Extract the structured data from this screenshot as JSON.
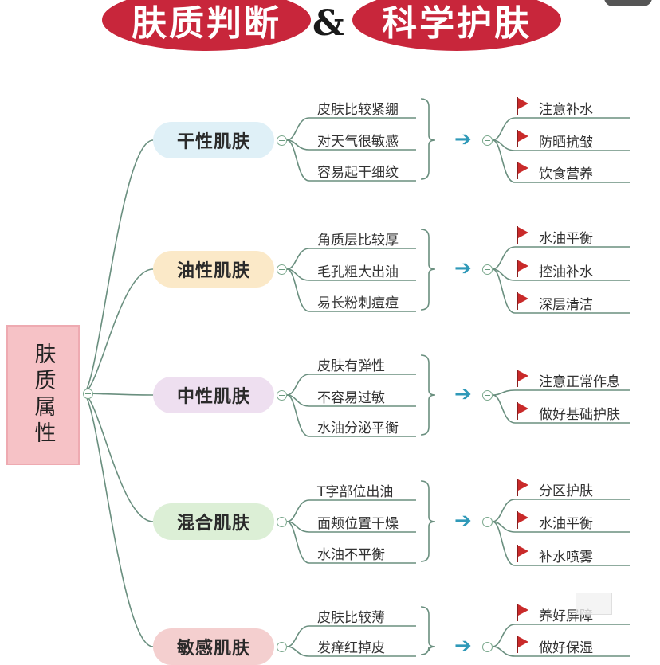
{
  "header": {
    "title_left": "肤质判断",
    "ampersand": "&",
    "title_right": "科学护肤"
  },
  "root_label": "肤质属性",
  "skin_types": [
    {
      "name": "干性肌肤",
      "color": "#dff0f7",
      "traits": [
        "皮肤比较紧绷",
        "对天气很敏感",
        "容易起干细纹"
      ],
      "actions": [
        "注意补水",
        "防晒抗皱",
        "饮食营养"
      ]
    },
    {
      "name": "油性肌肤",
      "color": "#fbe9c8",
      "traits": [
        "角质层比较厚",
        "毛孔粗大出油",
        "易长粉刺痘痘"
      ],
      "actions": [
        "水油平衡",
        "控油补水",
        "深层清洁"
      ]
    },
    {
      "name": "中性肌肤",
      "color": "#eedff0",
      "traits": [
        "皮肤有弹性",
        "不容易过敏",
        "水油分泌平衡"
      ],
      "actions": [
        "注意正常作息",
        "做好基础护肤"
      ]
    },
    {
      "name": "混合肌肤",
      "color": "#dcefd6",
      "traits": [
        "T字部位出油",
        "面颊位置干燥",
        "水油不平衡"
      ],
      "actions": [
        "分区护肤",
        "水油平衡",
        "补水喷雾"
      ]
    },
    {
      "name": "敏感肌肤",
      "color": "#f4cfcf",
      "traits": [
        "皮肤比较薄",
        "发痒红掉皮"
      ],
      "actions": [
        "养好屏障",
        "做好保湿"
      ]
    }
  ],
  "icons": {
    "flag": "flag-icon",
    "arrow": "arrow-right-icon",
    "collapse": "collapse-toggle-icon"
  },
  "colors": {
    "title_red": "#c8263b",
    "line_green": "#6a8f7f",
    "arrow_teal": "#2f99b8",
    "flag_red": "#c92a2a"
  }
}
